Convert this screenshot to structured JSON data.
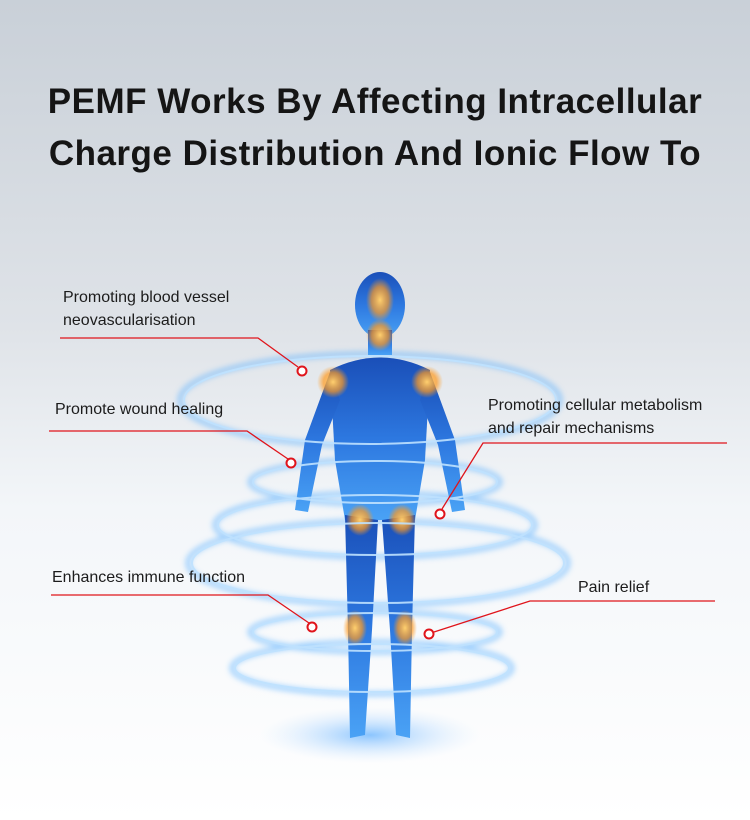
{
  "title": {
    "line1": "PEMF Works By Affecting Intracellular",
    "line2": "Charge Distribution And Ionic Flow To"
  },
  "callouts": [
    {
      "line1": "Promoting blood vessel",
      "line2": "neovascularisation"
    },
    {
      "line1": "Promote wound healing"
    },
    {
      "line1": "Promoting cellular metabolism",
      "line2": "and repair mechanisms"
    },
    {
      "line1": "Enhances immune function"
    },
    {
      "line1": "Pain relief"
    }
  ],
  "colors": {
    "callout_line": "#e0141b",
    "ring": "#3aa0ff",
    "body": "#1e5fd0",
    "glow": "#ffb030"
  }
}
